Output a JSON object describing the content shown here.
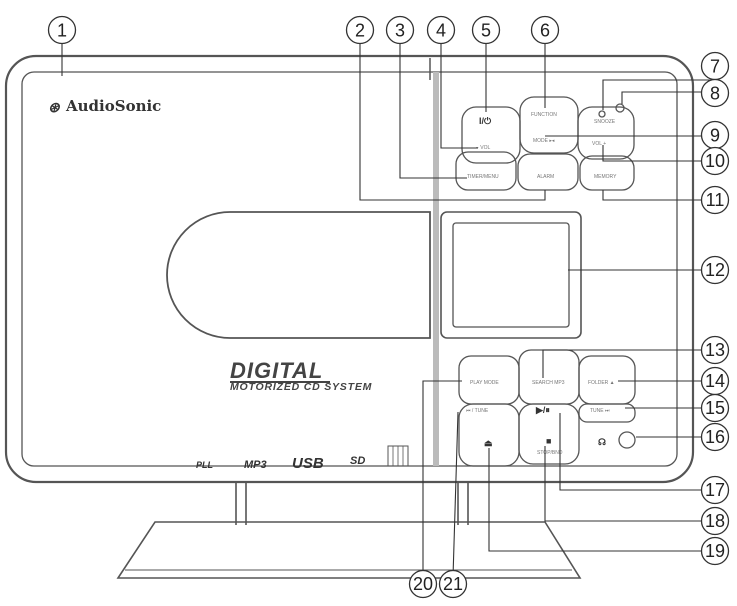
{
  "device": {
    "brand": "AudioSonic",
    "model_title": "DIGITAL",
    "model_subtitle": "MOTORIZED CD SYSTEM"
  },
  "buttons": {
    "power_symbol": "I/⏻",
    "vol_minus": "− VOL",
    "function": "FUNCTION",
    "snooze": "SNOOZE",
    "mode_ok": "MODE ▸◂",
    "vol_plus": "VOL +",
    "timer_menu": "TIMER/MENU",
    "alarm": "ALARM",
    "memory": "MEMORY",
    "play_mode": "PLAY MODE",
    "prev_tune": "⏮ / TUNE",
    "play_pause": "▶/⏸",
    "search_mp3": "SEARCH MP3",
    "folder_up": "FOLDER ▲",
    "tune_next": "TUNE ⏭",
    "stop": "■",
    "stop_label": "STOP/BND",
    "eject": "⏏"
  },
  "logos": {
    "pll": "PLL",
    "mp3": "MP3",
    "usb": "USB",
    "sd": "SD"
  },
  "callouts": [
    "1",
    "2",
    "3",
    "4",
    "5",
    "6",
    "7",
    "8",
    "9",
    "10",
    "11",
    "12",
    "13",
    "14",
    "15",
    "16",
    "17",
    "18",
    "19",
    "20",
    "21"
  ]
}
